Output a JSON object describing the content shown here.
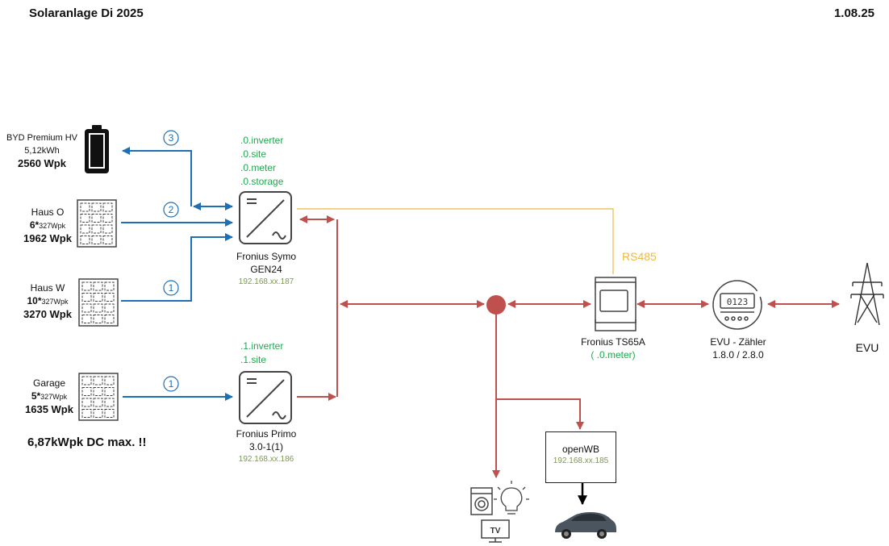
{
  "header": {
    "title": "Solaranlage Di 2025",
    "date": "1.08.25"
  },
  "sources": {
    "battery": {
      "name": "BYD Premium HV",
      "capacity": "5,12kWh",
      "power": "2560 Wpk",
      "string": "3"
    },
    "haus_o": {
      "name": "Haus O",
      "modules_count": "6*",
      "module_rating": "327Wpk",
      "power": "1962 Wpk",
      "string": "2"
    },
    "haus_w": {
      "name": "Haus W",
      "modules_count": "10*",
      "module_rating": "327Wpk",
      "power": "3270 Wpk",
      "string": "1"
    },
    "garage": {
      "name": "Garage",
      "modules_count": "5*",
      "module_rating": "327Wpk",
      "power": "1635 Wpk",
      "string": "1"
    }
  },
  "total_note": "6,87kWpk DC max. !!",
  "inverter_gen24": {
    "modbus": [
      ".0.inverter",
      ".0.site",
      ".0.meter",
      ".0.storage"
    ],
    "name_line1": "Fronius Symo",
    "name_line2": "GEN24",
    "ip": "192.168.xx.187"
  },
  "inverter_primo": {
    "modbus": [
      ".1.inverter",
      ".1.site"
    ],
    "name_line1": "Fronius Primo",
    "name_line2": "3.0-1(1)",
    "ip": "192.168.xx.186"
  },
  "bus_label": "RS485",
  "smart_meter": {
    "name": "Fronius TS65A",
    "id": "( .0.meter)"
  },
  "evu_meter": {
    "name": "EVU - Zähler",
    "registers": "1.8.0 / 2.8.0",
    "display": "0123"
  },
  "grid": {
    "name": "EVU"
  },
  "wallbox": {
    "name": "openWB",
    "ip": "192.168.xx.185"
  },
  "loads": {
    "tv": "TV"
  },
  "colors": {
    "dc": "#1f6fb5",
    "ac": "#c0504d",
    "rs485": "#f0b840",
    "modbus": "#1fa84f"
  }
}
